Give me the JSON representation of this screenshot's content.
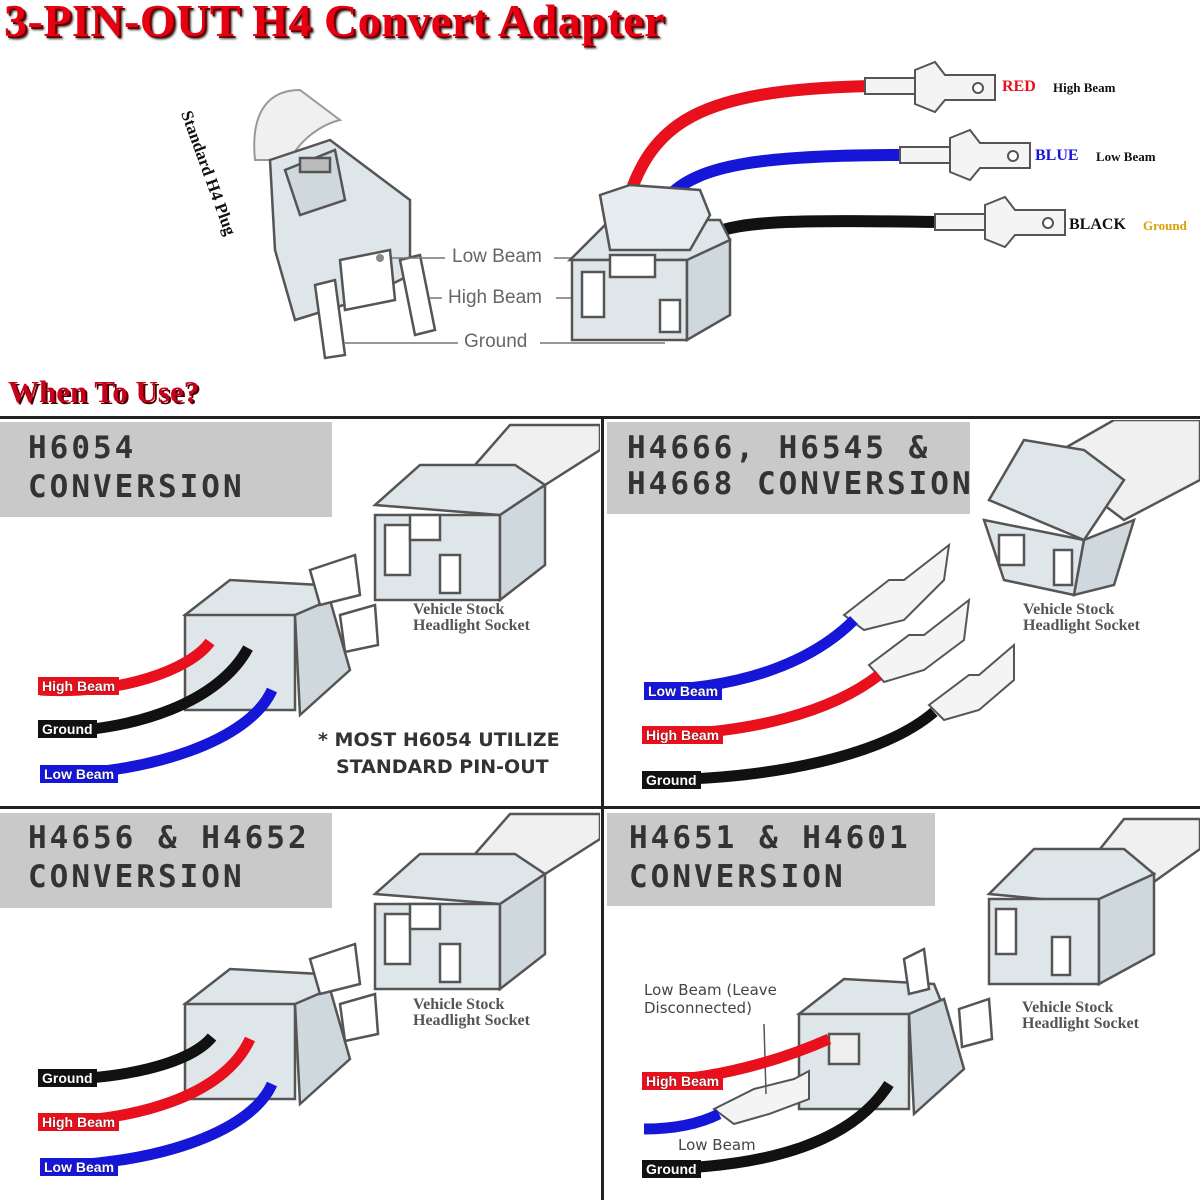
{
  "title": "3-PIN-OUT H4 Convert Adapter",
  "section_title": "When To Use?",
  "plug": {
    "label": "Standard H4 Plug",
    "low_beam": "Low Beam",
    "high_beam": "High Beam",
    "ground": "Ground"
  },
  "wires": [
    {
      "color_name": "RED",
      "function": "High Beam",
      "color": "#e8101c"
    },
    {
      "color_name": "BLUE",
      "function": "Low Beam",
      "color": "#1616d8"
    },
    {
      "color_name": "BLACK",
      "function": "Ground",
      "color": "#111111"
    }
  ],
  "colors": {
    "red": "#e8101c",
    "blue": "#1818cc",
    "black": "#1a1a1a",
    "ground_text": "#d8a000",
    "panel_header": "#c9c9c9"
  },
  "panels": [
    {
      "title_line1": "H6054",
      "title_line2": "CONVERSION",
      "socket_line1": "Vehicle Stock",
      "socket_line2": "Headlight Socket",
      "wire_labels": [
        "High Beam",
        "Ground",
        "Low Beam"
      ],
      "note_line1": "* MOST H6054 UTILIZE",
      "note_line2": "STANDARD PIN-OUT"
    },
    {
      "title_line1": "H4666, H6545 &",
      "title_line2": "H4668 CONVERSION",
      "socket_line1": "Vehicle Stock",
      "socket_line2": "Headlight Socket",
      "wire_labels": [
        "Low Beam",
        "High Beam",
        "Ground"
      ]
    },
    {
      "title_line1": "H4656 & H4652",
      "title_line2": "CONVERSION",
      "socket_line1": "Vehicle Stock",
      "socket_line2": "Headlight Socket",
      "wire_labels": [
        "Ground",
        "High Beam",
        "Low Beam"
      ]
    },
    {
      "title_line1": "H4651 & H4601",
      "title_line2": "CONVERSION",
      "socket_line1": "Vehicle Stock",
      "socket_line2": "Headlight Socket",
      "wire_labels": [
        "High Beam",
        "Ground"
      ],
      "disconnect_line1": "Low Beam (Leave",
      "disconnect_line2": "Disconnected)",
      "low_beam_label": "Low Beam"
    }
  ]
}
